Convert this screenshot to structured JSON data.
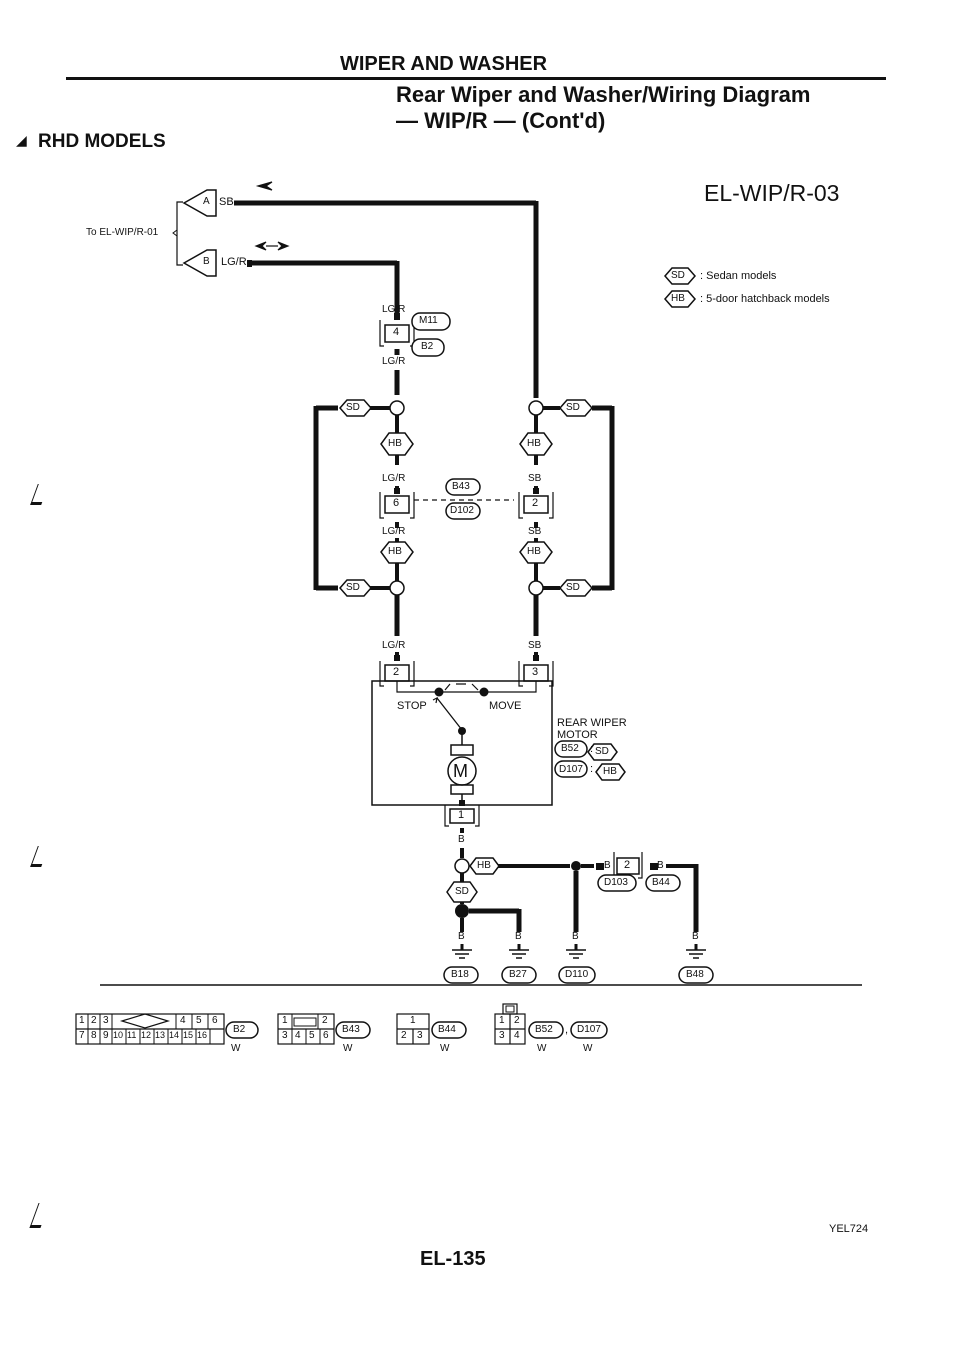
{
  "header": {
    "section_title": "WIPER AND WASHER",
    "diagram_title": "Rear Wiper and Washer/Wiring Diagram",
    "diagram_subtitle": "— WIP/R — (Cont'd)",
    "models": "RHD MODELS",
    "diagram_code": "EL-WIP/R-03"
  },
  "legend": {
    "sd_tag": "SD",
    "sd_text": ": Sedan models",
    "hb_tag": "HB",
    "hb_text": ": 5-door hatchback models"
  },
  "refs": {
    "to_label": "To EL-WIP/R-01",
    "a_tag": "A",
    "a_wire": "SB",
    "b_tag": "B",
    "b_wire": "LG/R"
  },
  "wires": {
    "lgr": "LG/R",
    "sb": "SB",
    "b": "B",
    "w": "W"
  },
  "connectors": {
    "m11": "M11",
    "b2": "B2",
    "b43": "B43",
    "d102": "D102",
    "b52": "B52",
    "d107": "D107",
    "d103": "D103",
    "b44": "B44",
    "b18": "B18",
    "b27": "B27",
    "d110": "D110",
    "b48": "B48",
    "sd": "SD",
    "hb": "HB"
  },
  "pins": {
    "p4": "4",
    "p6": "6",
    "p2": "2",
    "p3": "3",
    "p1": "1"
  },
  "motor": {
    "name_line1": "REAR WIPER",
    "name_line2": "MOTOR",
    "stop": "STOP",
    "move": "MOVE",
    "symbol": "M",
    "colon": ":"
  },
  "connector_faces": {
    "b2_top": [
      "1",
      "2",
      "3",
      "4",
      "5",
      "6"
    ],
    "b2_bottom": [
      "7",
      "8",
      "9",
      "10",
      "11",
      "12",
      "13",
      "14",
      "15",
      "16"
    ],
    "b43_top": [
      "1",
      "2"
    ],
    "b43_bottom": [
      "3",
      "4",
      "5",
      "6"
    ],
    "b44_top": [
      "1"
    ],
    "b44_bottom": [
      "2",
      "3"
    ],
    "b52_top": [
      "1",
      "2"
    ],
    "b52_bottom": [
      "3",
      "4"
    ],
    "sep": ","
  },
  "footer": {
    "code": "YEL724",
    "page": "EL-135"
  }
}
